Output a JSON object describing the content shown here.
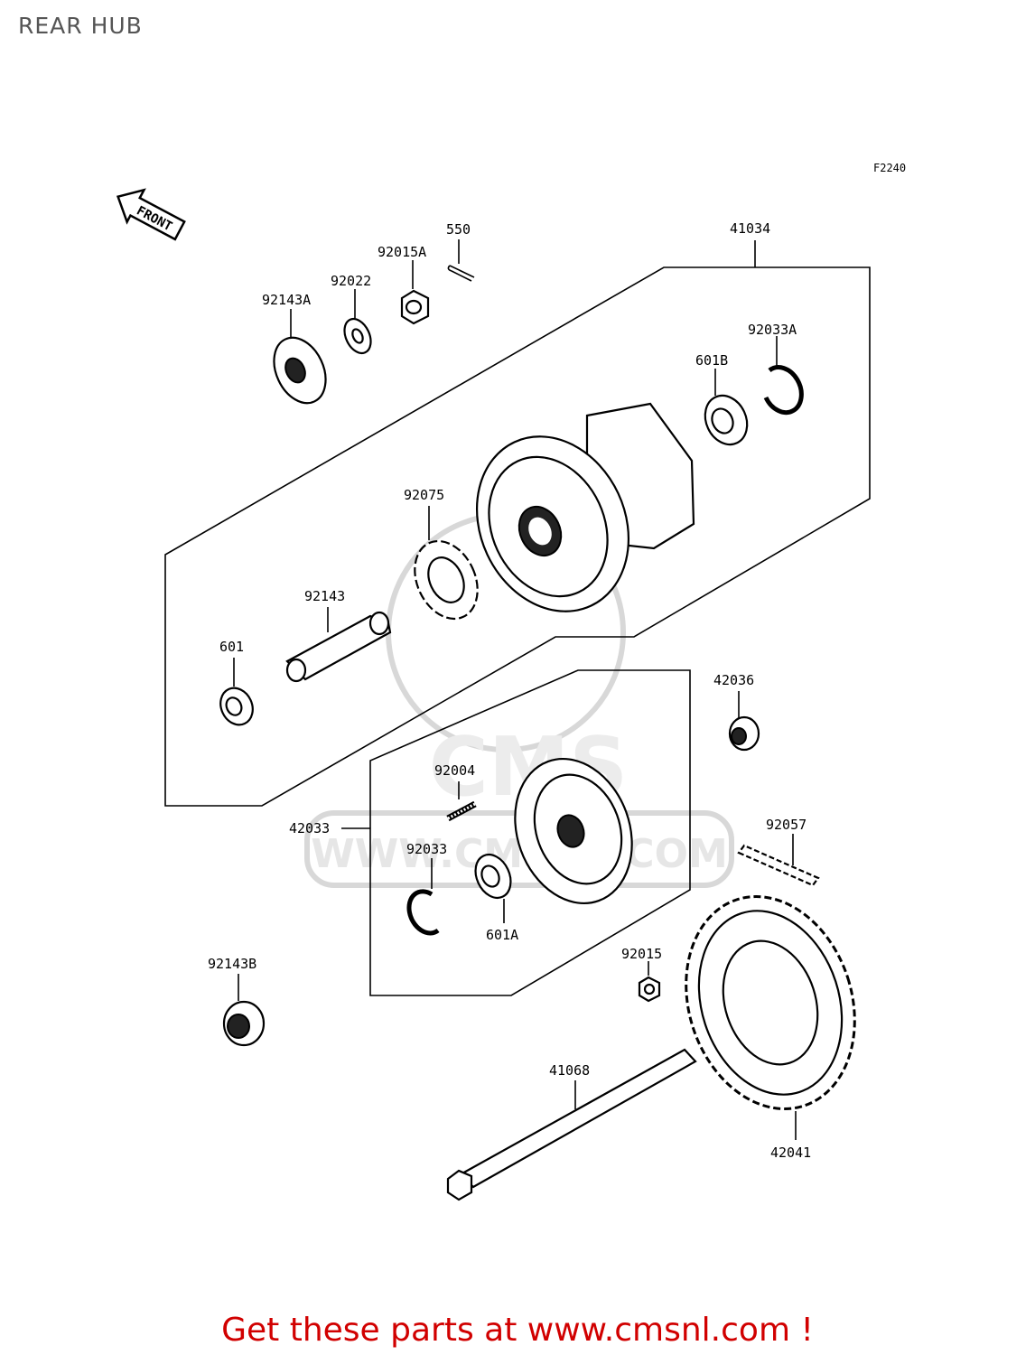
{
  "page": {
    "title": "REAR HUB",
    "figure_code": "F2240",
    "front_label": "FRONT"
  },
  "watermark": {
    "url": "WWW.CMSNL.COM",
    "brand": "CMS"
  },
  "parts": {
    "p550": "550",
    "p92015A": "92015A",
    "p92022": "92022",
    "p92143A": "92143A",
    "p41034": "41034",
    "p92033A": "92033A",
    "p601B": "601B",
    "p92075": "92075",
    "p92143": "92143",
    "p601": "601",
    "p42036": "42036",
    "p92004": "92004",
    "p42033": "42033",
    "p92033": "92033",
    "p601A": "601A",
    "p92057": "92057",
    "p92015": "92015",
    "p92143B": "92143B",
    "p41068": "41068",
    "p42041": "42041"
  },
  "footer": {
    "text": "Get these parts at www.cmsnl.com !"
  }
}
